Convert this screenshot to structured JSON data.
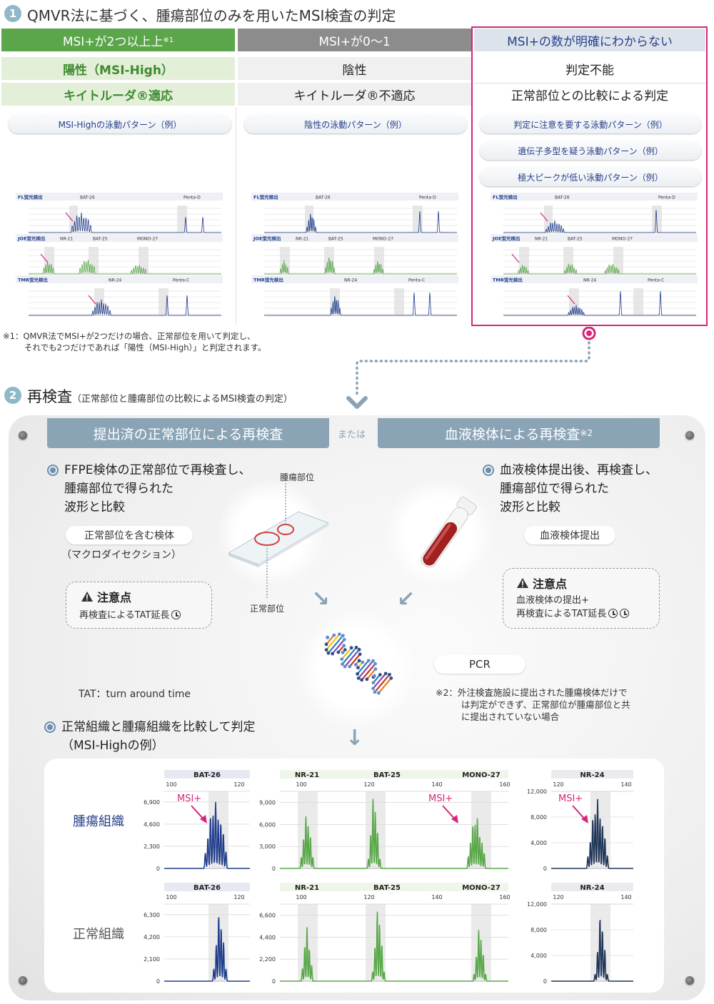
{
  "section1": {
    "number": "1",
    "title": "QMVR法に基づく、腫瘍部位のみを用いたMSI検査の判定",
    "columns": [
      {
        "header": "MSI+が2つ以上上",
        "header_sup": "※1",
        "result": "陽性（MSI-High）",
        "eligibility": "キイトルーダ®適応",
        "pattern_label": "MSI-Highの泳動パターン（例）"
      },
      {
        "header": "MSI+が0～1",
        "result": "陰性",
        "eligibility": "キイトルーダ®不適応",
        "pattern_label": "陰性の泳動パターン（例）"
      },
      {
        "header": "MSI+の数が明確にわからない",
        "result": "判定不能",
        "eligibility": "正常部位との比較による判定",
        "pattern_label": "判定に注意を要する泳動パターン（例）",
        "extra_labels": [
          "遺伝子多型を疑う泳動パターン（例）",
          "極大ピークが低い泳動パターン（例）"
        ]
      }
    ],
    "gram_channels": [
      {
        "name": "FL蛍光検出",
        "markers": [
          "BAT-26",
          "Penta-D"
        ]
      },
      {
        "name": "JOE蛍光検出",
        "markers": [
          "NR-21",
          "BAT-25",
          "MONO-27"
        ]
      },
      {
        "name": "TMR蛍光検出",
        "markers": [
          "NR-24",
          "Penta-C"
        ]
      }
    ],
    "footnote": [
      "※1：QMVR法でMSI+が2つだけの場合、正常部位を用いて判定し、",
      "それでも2つだけであれば「陽性（MSI-High）」と判定されます。"
    ]
  },
  "section2": {
    "number": "2",
    "title": "再検査",
    "subtitle": "（正常部位と腫瘍部位の比較によるMSI検査の判定）",
    "left_banner": "提出済の正常部位による再検査",
    "or_label": "または",
    "right_banner": "血液検体による再検査",
    "right_banner_sup": "※2",
    "left_bullet": [
      "FFPE検体の正常部位で再検査し、",
      "腫瘍部位で得られた",
      "波形と比較"
    ],
    "right_bullet": [
      "血液検体提出後、再検査し、",
      "腫瘍部位で得られた",
      "波形と比較"
    ],
    "left_pill": "正常部位を含む検体",
    "left_pill_sub": "（マクロダイセクション）",
    "right_pill": "血液検体提出",
    "slide_label_top": "腫瘍部位",
    "slide_label_bottom": "正常部位",
    "caution_title": "注意点",
    "left_caution": "再検査によるTAT延長",
    "right_caution": [
      "血液検体の提出+",
      "再検査によるTAT延長"
    ],
    "pcr_label": "PCR",
    "tat_note": "TAT：turn around time",
    "footnote2": [
      "※2：外注検査施設に提出された腫瘍検体だけで",
      "は判定ができず、正常部位が腫瘍部位と共",
      "に提出されていない場合"
    ],
    "compare_bullet": [
      "正常組織と腫瘍組織を比較して判定",
      "（MSI-Highの例）"
    ],
    "row_labels": [
      "腫瘍組織",
      "正常組織"
    ],
    "msi_label": "MSI+"
  },
  "chart_data": [
    {
      "type": "line",
      "title": "BAT-26",
      "row": "腫瘍組織",
      "x_ticks": [
        "100",
        "120"
      ],
      "y_ticks": [
        "0",
        "2,300",
        "4,600",
        "6,900"
      ],
      "ylim": [
        0,
        8000
      ],
      "annotation": "MSI+"
    },
    {
      "type": "line",
      "title": "NR-21 / BAT-25 / MONO-27",
      "row": "腫瘍組織",
      "markers": [
        "NR-21",
        "BAT-25",
        "MONO-27"
      ],
      "x_ticks": [
        "100",
        "120",
        "140",
        "160"
      ],
      "y_ticks": [
        "0",
        "3,000",
        "6,000",
        "9,000"
      ],
      "ylim": [
        0,
        10500
      ],
      "annotation": "MSI+"
    },
    {
      "type": "line",
      "title": "NR-24",
      "row": "腫瘍組織",
      "x_ticks": [
        "120",
        "140"
      ],
      "y_ticks": [
        "0",
        "4,000",
        "8,000",
        "12,000"
      ],
      "ylim": [
        0,
        12000
      ],
      "annotation": "MSI+"
    },
    {
      "type": "line",
      "title": "BAT-26",
      "row": "正常組織",
      "x_ticks": [
        "100",
        "120"
      ],
      "y_ticks": [
        "0",
        "2,100",
        "4,200",
        "6,300"
      ],
      "ylim": [
        0,
        7300
      ]
    },
    {
      "type": "line",
      "title": "NR-21 / BAT-25 / MONO-27",
      "row": "正常組織",
      "markers": [
        "NR-21",
        "BAT-25",
        "MONO-27"
      ],
      "x_ticks": [
        "100",
        "120",
        "140",
        "160"
      ],
      "y_ticks": [
        "0",
        "2,200",
        "4,400",
        "6,600"
      ],
      "ylim": [
        0,
        7700
      ]
    },
    {
      "type": "line",
      "title": "NR-24",
      "row": "正常組織",
      "x_ticks": [
        "120",
        "140"
      ],
      "y_ticks": [
        "0",
        "4,000",
        "8,000",
        "12,000"
      ],
      "ylim": [
        0,
        12000
      ]
    }
  ],
  "colors": {
    "positive_green": "#5ba54a",
    "negative_gray": "#8c8c8c",
    "uncertain_pink": "#d6257a",
    "tumor_blue": "#1f3d8c",
    "green_trace": "#5aa84a",
    "navy_trace": "#1f3557",
    "banner": "#8aa4b6"
  }
}
